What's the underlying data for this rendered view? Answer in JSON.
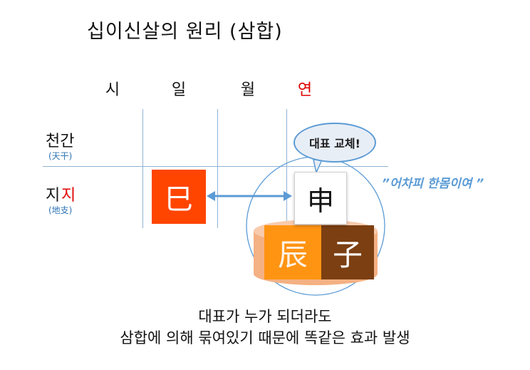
{
  "title": "십이신살의 원리 (삼합)",
  "columns": [
    "시",
    "일",
    "월",
    "연"
  ],
  "rows": [
    {
      "label": "천간",
      "label_highlight": "",
      "sub": "(天干)"
    },
    {
      "label": "지",
      "label_highlight": "지",
      "sub": "(地支)"
    }
  ],
  "tiles": {
    "day_branch": "巳",
    "year_branch": "申",
    "group_left": "辰",
    "group_right": "子"
  },
  "bubble_text": "대표 교체!",
  "quote_text": "”어차피 한몸이여 ”",
  "bottom_lines": [
    "대표가 누가 되더라도",
    "삼합에 의해 묶여있기 때문에 똑같은 효과 발생"
  ],
  "colors": {
    "accent_red": "#e00000",
    "tile_orange": "#ff4500",
    "cylinder": "#f4b183",
    "line_blue": "#5b9bd5"
  }
}
